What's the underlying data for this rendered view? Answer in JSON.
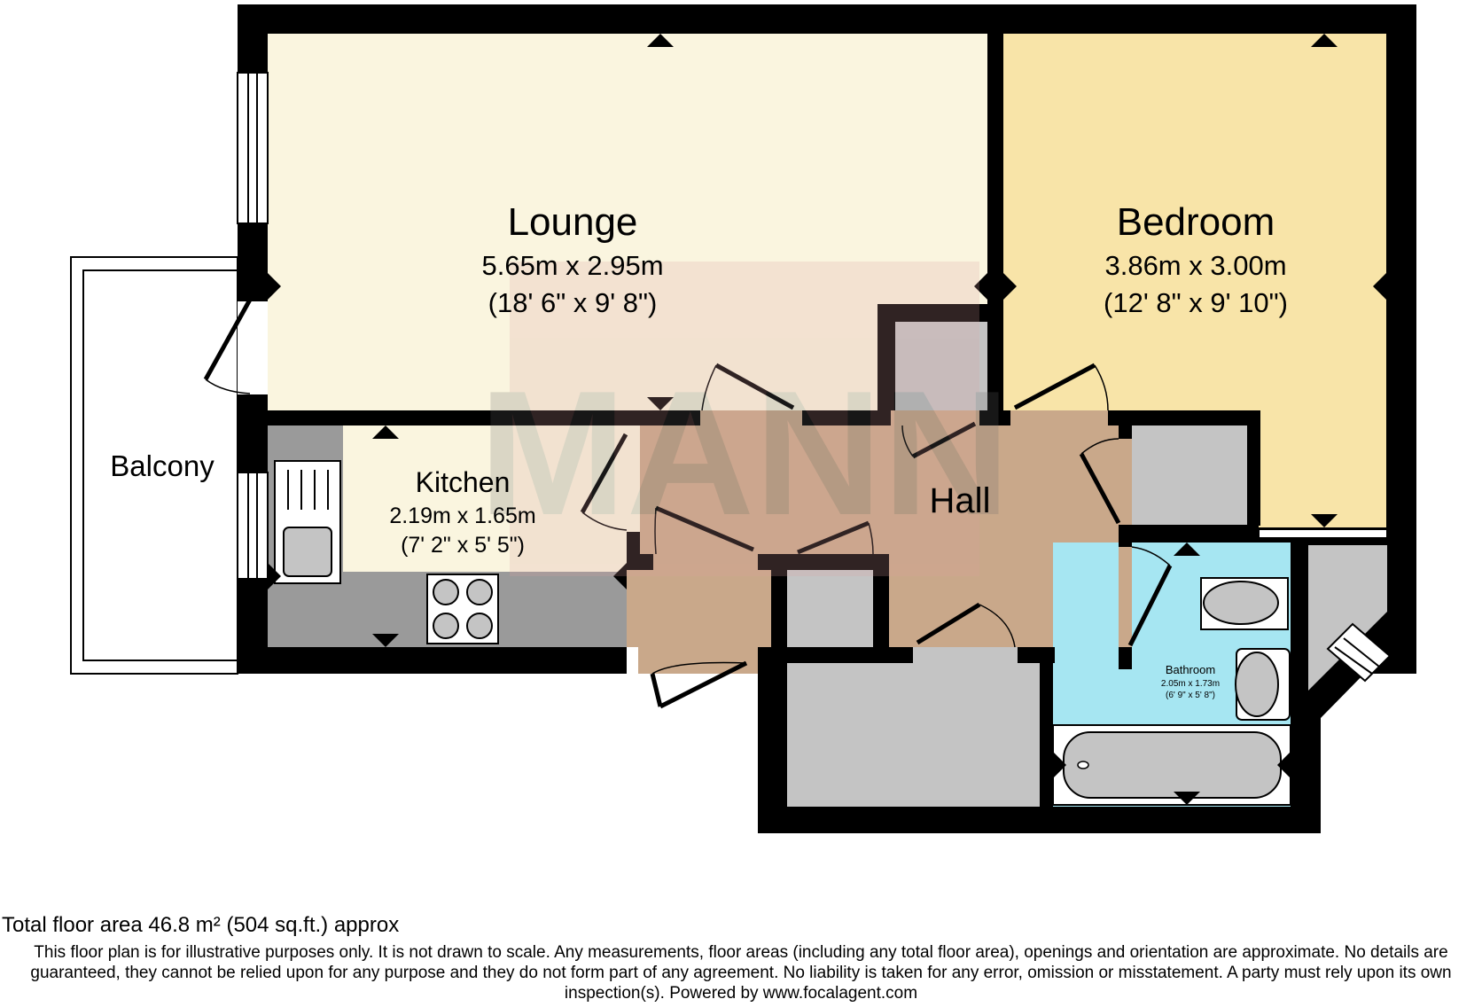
{
  "rooms": {
    "lounge": {
      "name": "Lounge",
      "metric": "5.65m x 2.95m",
      "imperial": "(18' 6\" x 9' 8\")"
    },
    "bedroom": {
      "name": "Bedroom",
      "metric": "3.86m x 3.00m",
      "imperial": "(12' 8\" x 9' 10\")"
    },
    "kitchen": {
      "name": "Kitchen",
      "metric": "2.19m x 1.65m",
      "imperial": "(7' 2\" x 5' 5\")"
    },
    "hall": {
      "name": "Hall"
    },
    "balcony": {
      "name": "Balcony"
    },
    "bathroom": {
      "name": "Bathroom",
      "metric": "2.05m x 1.73m",
      "imperial": "(6' 9\" x 5' 8\")"
    }
  },
  "watermark": "MANN",
  "footer": {
    "total": "Total floor area 46.8 m² (504 sq.ft.) approx",
    "disclaimer": "This floor plan is for illustrative purposes only. It is not drawn to scale. Any measurements, floor areas (including any total floor area), openings and orientation are approximate. No details are guaranteed, they cannot be relied upon for any purpose and they do not form part of any agreement. No liability is taken for any error, omission or misstatement. A party must rely upon its own inspection(s). Powered by www.focalagent.com"
  },
  "colors": {
    "lounge": "#faf5df",
    "bedroom": "#f8e4a8",
    "kitchen_floor": "#faf5df",
    "worktop": "#9a9a9a",
    "hall": "#c9a88a",
    "storage": "#c4c4c4",
    "bathroom": "#a6e6f2",
    "wall": "#000000"
  }
}
